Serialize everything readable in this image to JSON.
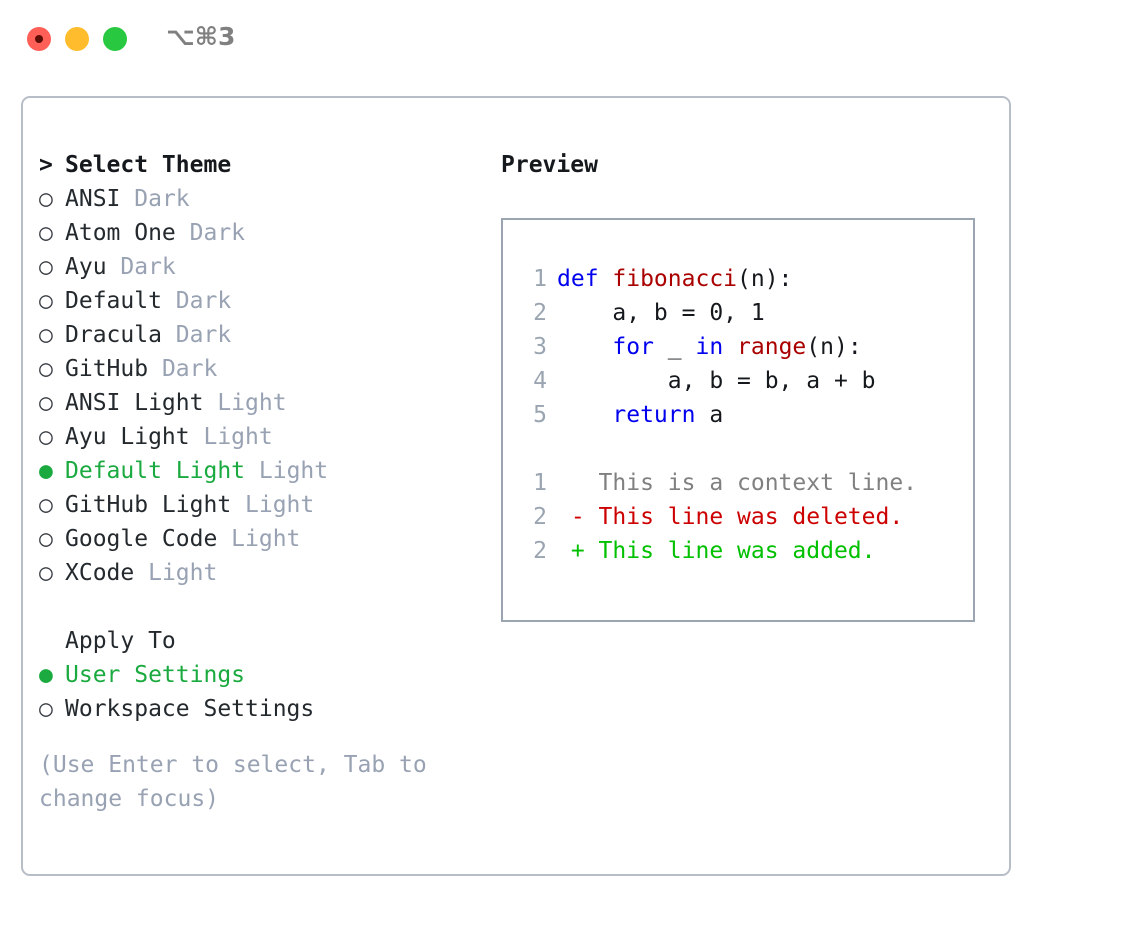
{
  "titlebar": {
    "shortcut": "⌥⌘3",
    "lights": [
      "close-light",
      "minimize-light",
      "maximize-light"
    ]
  },
  "theme_panel": {
    "header": {
      "caret": ">",
      "label": "Select Theme"
    },
    "unselected_marker": "○",
    "selected_marker": "●",
    "themes": [
      {
        "name": "ANSI",
        "variant": "Dark",
        "selected": false
      },
      {
        "name": "Atom One",
        "variant": "Dark",
        "selected": false
      },
      {
        "name": "Ayu",
        "variant": "Dark",
        "selected": false
      },
      {
        "name": "Default",
        "variant": "Dark",
        "selected": false
      },
      {
        "name": "Dracula",
        "variant": "Dark",
        "selected": false
      },
      {
        "name": "GitHub",
        "variant": "Dark",
        "selected": false
      },
      {
        "name": "ANSI Light",
        "variant": "Light",
        "selected": false
      },
      {
        "name": "Ayu Light",
        "variant": "Light",
        "selected": false
      },
      {
        "name": "Default Light",
        "variant": "Light",
        "selected": true
      },
      {
        "name": "GitHub Light",
        "variant": "Light",
        "selected": false
      },
      {
        "name": "Google Code",
        "variant": "Light",
        "selected": false
      },
      {
        "name": "XCode",
        "variant": "Light",
        "selected": false
      }
    ]
  },
  "apply_to": {
    "title": "Apply To",
    "options": [
      {
        "label": "User Settings",
        "selected": true
      },
      {
        "label": "Workspace Settings",
        "selected": false
      }
    ]
  },
  "hint": "(Use Enter to select, Tab to change focus)",
  "preview": {
    "title": "Preview",
    "code_lines": [
      {
        "no": "1",
        "tokens": [
          {
            "t": "def ",
            "c": "kw"
          },
          {
            "t": "fibonacci",
            "c": "fn"
          },
          {
            "t": "(n):",
            "c": "txt"
          }
        ]
      },
      {
        "no": "2",
        "tokens": [
          {
            "t": "    a, b = 0, 1",
            "c": "txt"
          }
        ]
      },
      {
        "no": "3",
        "tokens": [
          {
            "t": "    ",
            "c": "txt"
          },
          {
            "t": "for",
            "c": "kw"
          },
          {
            "t": " _ ",
            "c": "txt"
          },
          {
            "t": "in",
            "c": "kw"
          },
          {
            "t": " ",
            "c": "txt"
          },
          {
            "t": "range",
            "c": "fn"
          },
          {
            "t": "(n):",
            "c": "txt"
          }
        ]
      },
      {
        "no": "4",
        "tokens": [
          {
            "t": "        a, b = b, a + b",
            "c": "txt"
          }
        ]
      },
      {
        "no": "5",
        "tokens": [
          {
            "t": "    ",
            "c": "txt"
          },
          {
            "t": "return",
            "c": "kw"
          },
          {
            "t": " a",
            "c": "txt"
          }
        ]
      }
    ],
    "diff_lines": [
      {
        "no": "1",
        "tokens": [
          {
            "t": "   This is a context line.",
            "c": "ctx"
          }
        ]
      },
      {
        "no": "2",
        "tokens": [
          {
            "t": " - This line was deleted.",
            "c": "del"
          }
        ]
      },
      {
        "no": "2",
        "tokens": [
          {
            "t": " + This line was added.",
            "c": "add"
          }
        ]
      }
    ]
  },
  "colors": {
    "selection_green": "#1aaa3f",
    "muted_grey": "#98a2b3",
    "keyword_blue": "#0000ee",
    "function_red": "#aa0000",
    "diff_deleted": "#cc0000",
    "diff_added": "#00c000",
    "light_red": "#ff5f57",
    "light_yellow": "#ffbd2e",
    "light_green": "#28c840"
  }
}
